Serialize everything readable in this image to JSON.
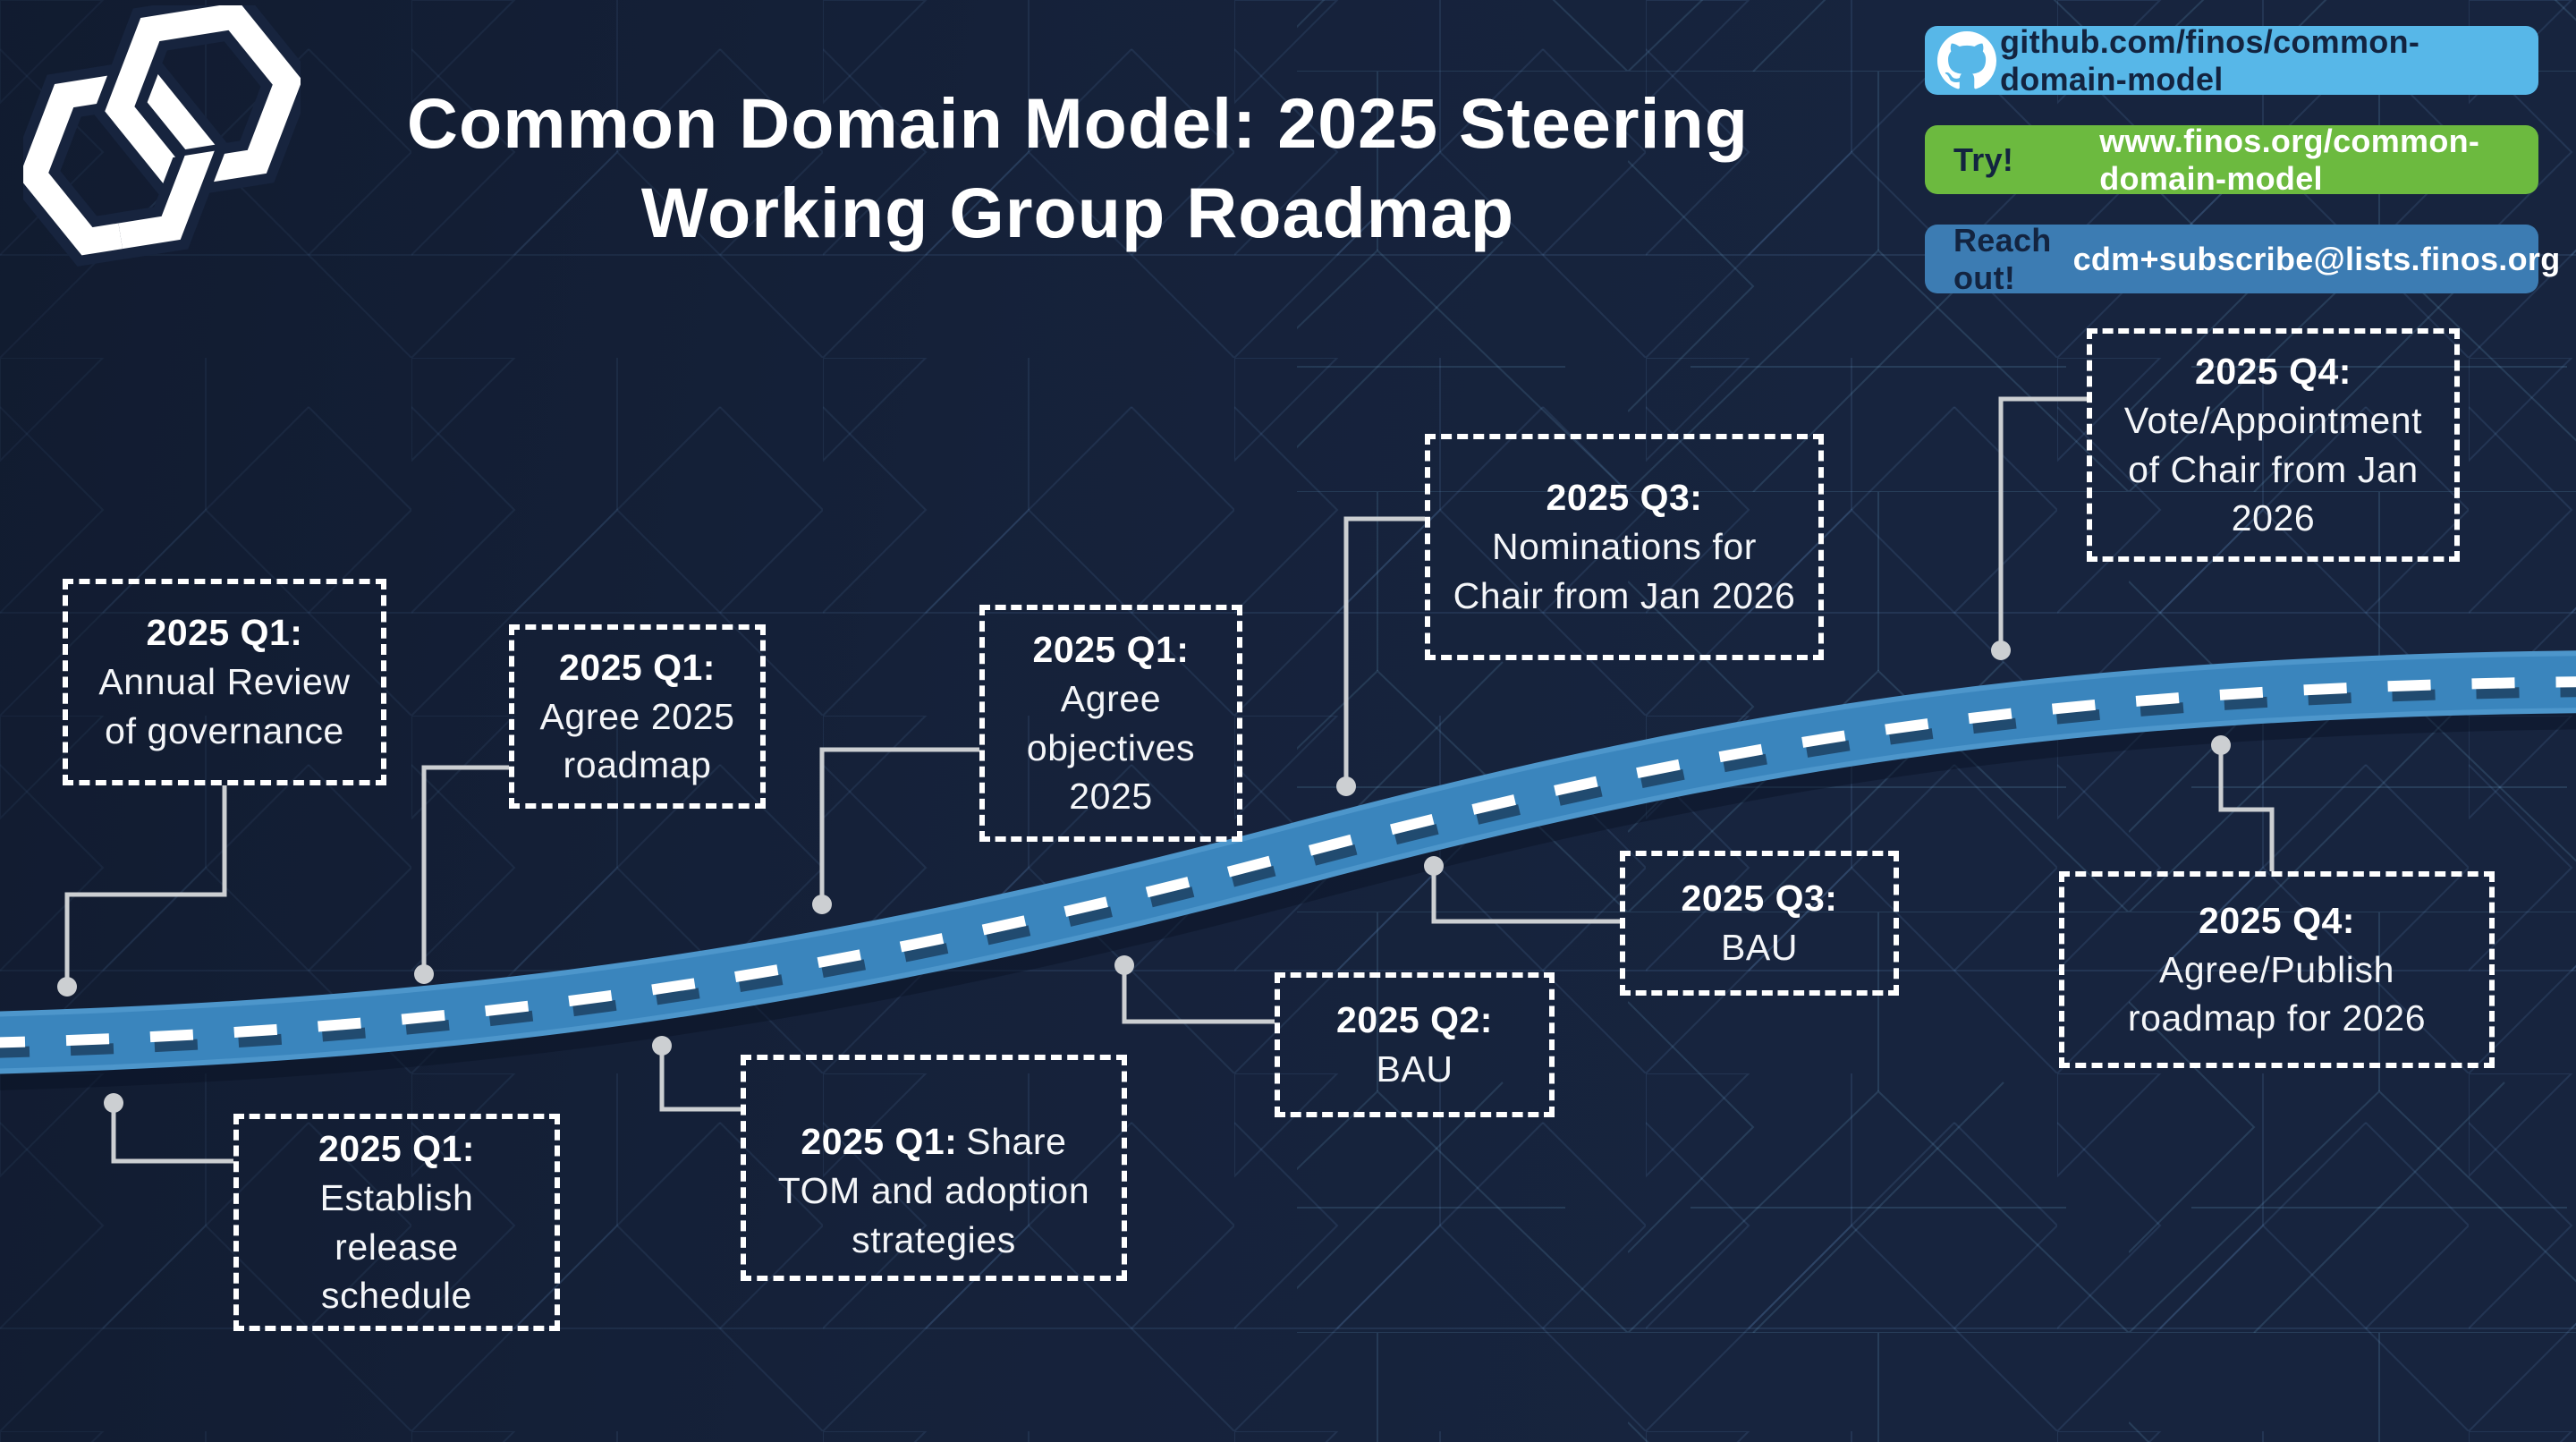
{
  "header": {
    "title_line1": "Common Domain Model: 2025 Steering",
    "title_line2": "Working Group Roadmap"
  },
  "links": {
    "github": {
      "label": "github.com/finos/common-domain-model",
      "bg": "#57b7e8"
    },
    "try": {
      "prefix": "Try!",
      "label": "www.finos.org/common-domain-model",
      "bg": "#6cba3f"
    },
    "reach": {
      "prefix": "Reach out!",
      "label": "cdm+subscribe@lists.finos.org",
      "bg": "#3c7cb3"
    }
  },
  "milestones": [
    {
      "quarter": "2025 Q1:",
      "text": "Annual Review of governance"
    },
    {
      "quarter": "2025 Q1:",
      "text": "Agree 2025 roadmap"
    },
    {
      "quarter": "2025 Q1:",
      "text": "Agree objectives 2025"
    },
    {
      "quarter": "2025 Q3:",
      "text": "Nominations for Chair from Jan 2026"
    },
    {
      "quarter": "2025 Q4:",
      "text": "Vote/Appointment of Chair from Jan 2026"
    },
    {
      "quarter": "2025 Q1:",
      "text": "Establish release schedule"
    },
    {
      "quarter": "2025 Q1:",
      "text": "Share TOM and adoption strategies"
    },
    {
      "quarter": "2025 Q2:",
      "text": "BAU"
    },
    {
      "quarter": "2025 Q3:",
      "text": "BAU"
    },
    {
      "quarter": "2025 Q4:",
      "text": "Agree/Publish roadmap for 2026"
    }
  ],
  "colors": {
    "background": "#17243e",
    "road": "#3a85bd",
    "road_edge": "#4d96cb",
    "connector": "#cccfd2",
    "badge_github": "#57b7e8",
    "badge_try": "#6cba3f",
    "badge_reach": "#3c7cb3"
  }
}
